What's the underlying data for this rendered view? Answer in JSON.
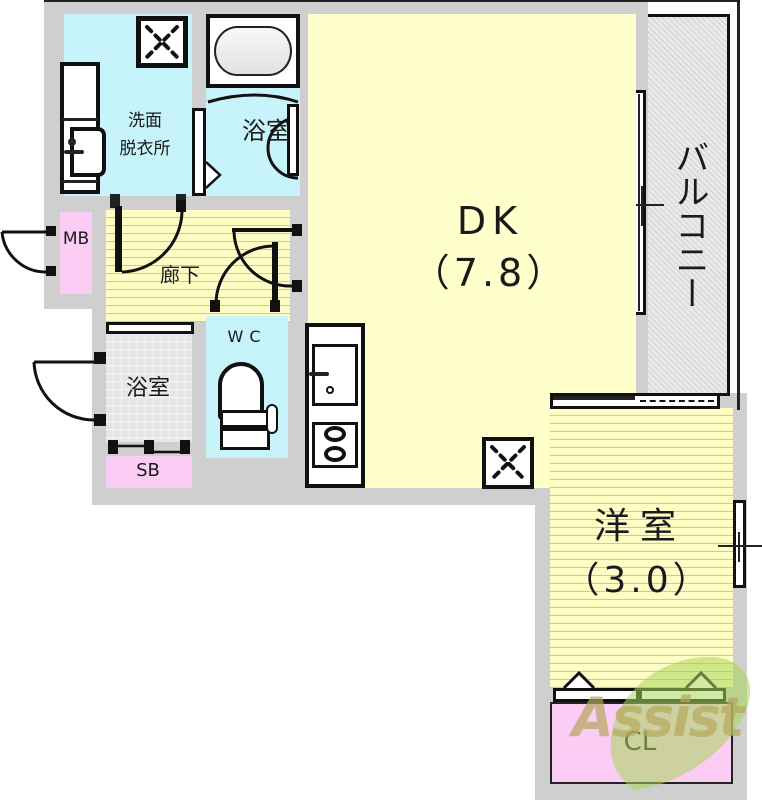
{
  "floorplan": {
    "rooms": {
      "washroom": {
        "label_line1": "洗面",
        "label_line2": "脱衣所"
      },
      "bath_upper": {
        "label": "浴室"
      },
      "dk": {
        "label": "DK",
        "size": "（7.8）"
      },
      "balcony": {
        "label": "バルコニー"
      },
      "mb": {
        "label": "MB"
      },
      "hallway": {
        "label": "廊下"
      },
      "bath_lower": {
        "label": "浴室"
      },
      "wc": {
        "label": "WC"
      },
      "sb": {
        "label": "SB"
      },
      "western": {
        "label": "洋室",
        "size": "（3.0）"
      },
      "closet": {
        "label": "CL"
      }
    },
    "watermark": {
      "text": "Assist"
    },
    "colors": {
      "wall": "#cfcfcf",
      "cyan_room": "#c7f3fb",
      "yellow_room": "#ffffcc",
      "pink_room": "#fbcdf5",
      "watermark_green": "#9fd04a"
    }
  }
}
